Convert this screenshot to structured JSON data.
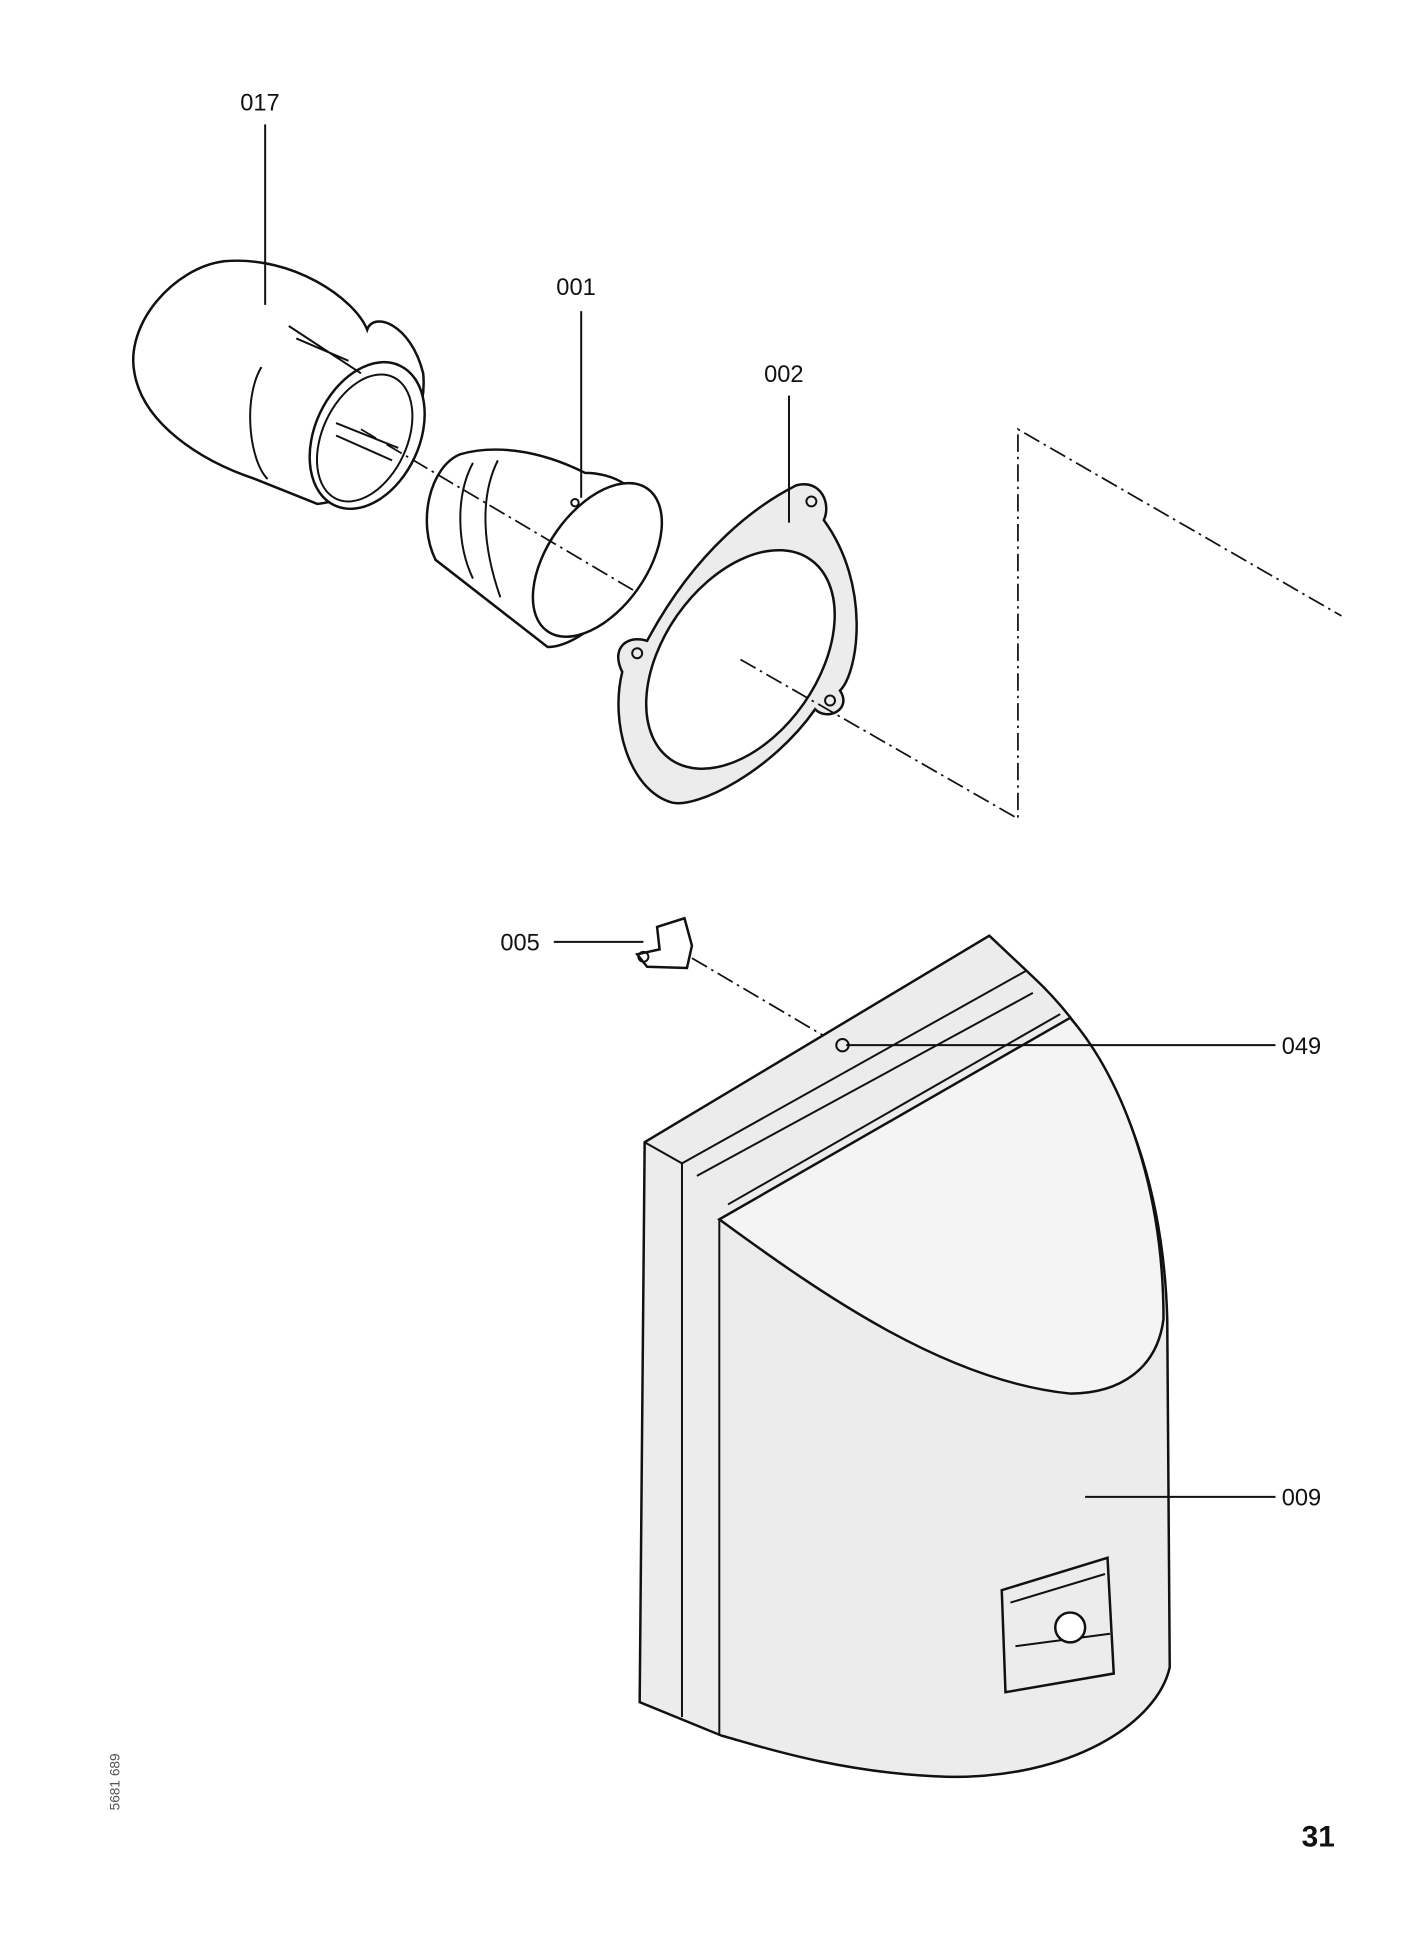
{
  "parts": [
    {
      "id": "017"
    },
    {
      "id": "001"
    },
    {
      "id": "002"
    },
    {
      "id": "005"
    },
    {
      "id": "049"
    },
    {
      "id": "009"
    }
  ],
  "drawing_code": "5681 689",
  "page_number": "31"
}
